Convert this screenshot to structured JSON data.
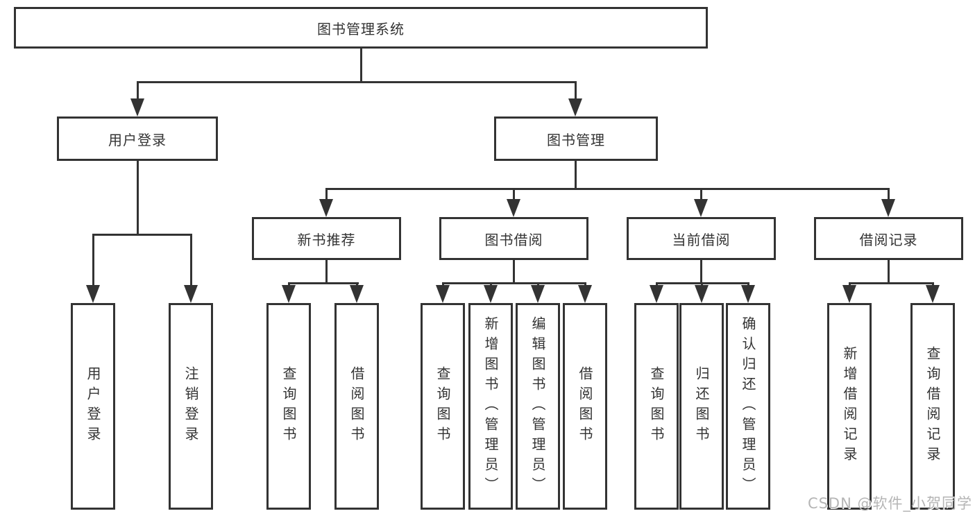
{
  "diagram": {
    "root": {
      "label": "图书管理系统"
    },
    "user_login": {
      "label": "用户登录",
      "children": [
        "用户登录",
        "注销登录"
      ]
    },
    "book_mgmt": {
      "label": "图书管理",
      "sections": [
        {
          "label": "新书推荐",
          "children": [
            "查询图书",
            "借阅图书"
          ]
        },
        {
          "label": "图书借阅",
          "children": [
            "查询图书",
            "新增图书（管理员）",
            "编辑图书（管理员）",
            "借阅图书"
          ]
        },
        {
          "label": "当前借阅",
          "children": [
            "查询图书",
            "归还图书",
            "确认归还（管理员）"
          ]
        },
        {
          "label": "借阅记录",
          "children": [
            "新增借阅记录",
            "查询借阅记录"
          ]
        }
      ]
    }
  },
  "watermark": "CSDN @软件_小贺同学",
  "colors": {
    "line": "#333333",
    "box_border": "#333333",
    "box_fill": "#ffffff",
    "text": "#333333",
    "watermark": "#b5b5b5",
    "background": "#ffffff"
  }
}
